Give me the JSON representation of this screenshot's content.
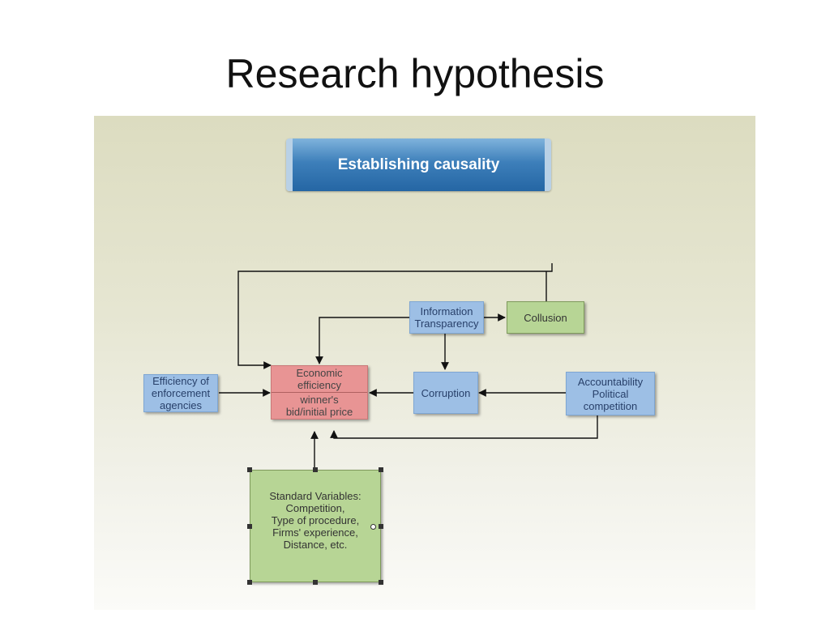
{
  "slide": {
    "title": "Research hypothesis"
  },
  "diagram": {
    "banner": "Establishing causality",
    "nodes": {
      "information_transparency": "Information\nTransparency",
      "collusion": "Collusion",
      "economic_efficiency_top": "Economic\nefficiency",
      "economic_efficiency_bottom": "winner's\nbid/initial price",
      "corruption": "Corruption",
      "accountability": "Accountability\nPolitical\ncompetition",
      "enforcement": "Efficiency of\nenforcement\nagencies",
      "standard_variables": "Standard Variables:\nCompetition,\nType of procedure,\nFirms' experience,\nDistance, etc."
    },
    "colors": {
      "blue_box": "#9dbfe5",
      "green_box": "#b7d595",
      "red_box": "#e89494",
      "banner": "#2566a4"
    }
  }
}
